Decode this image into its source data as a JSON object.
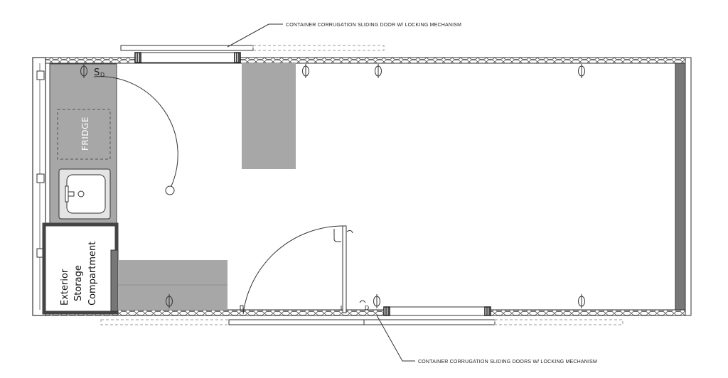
{
  "callouts": {
    "top": "CONTAINER CORRUGATION SLIDING DOOR W/ LOCKING MECHANISM",
    "bottom": "CONTAINER CORRUGATION SLIDING DOORS W/ LOCKING MECHANISM"
  },
  "rooms": {
    "fridge": "FRIDGE",
    "storage_line1": "Exterior",
    "storage_line2": "Storage",
    "storage_line3": "Compartment"
  },
  "symbols": {
    "smoke_detector_s": "S",
    "smoke_detector_d": "D"
  },
  "colors": {
    "fixture_gray": "#a7a7a7",
    "wall_line": "#333333",
    "dashed_line": "#999999"
  }
}
